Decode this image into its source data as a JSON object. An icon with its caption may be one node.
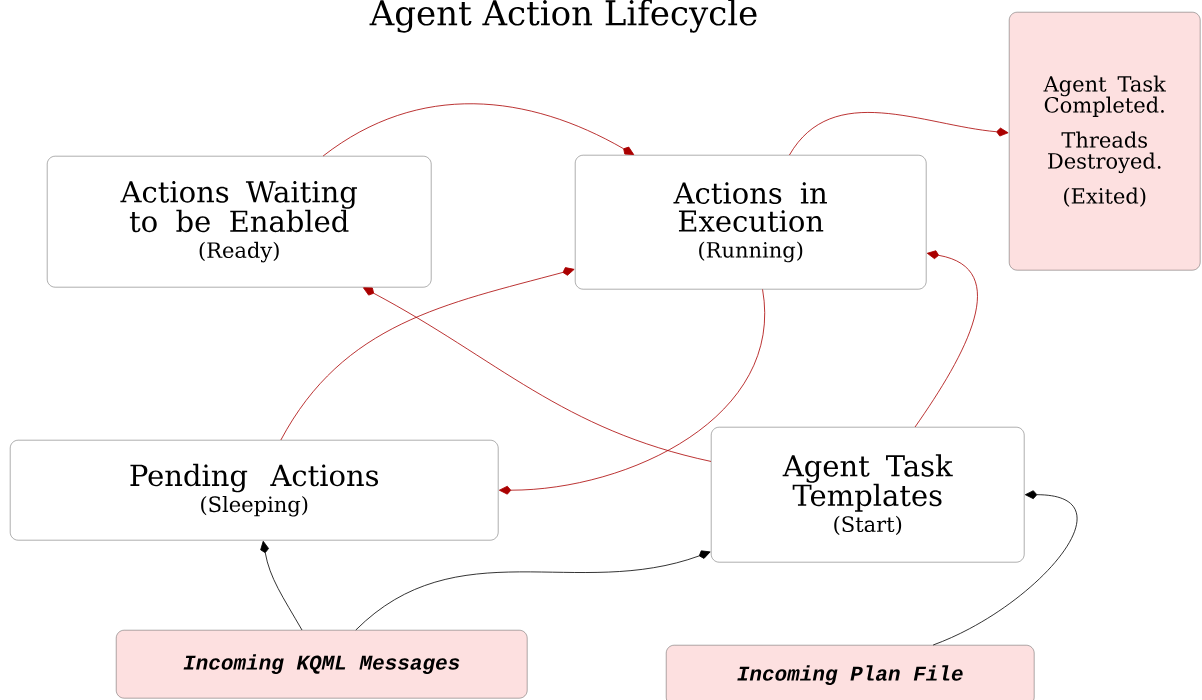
{
  "diagram": {
    "title": "Agent Action Lifecycle",
    "nodes": [
      {
        "text": [
          "Actions Waiting to be Enabled",
          "(Ready)"
        ]
      },
      {
        "text": [
          "Actions in Execution",
          "(Running)"
        ]
      },
      {
        "text": [
          "Agent Task Completed.",
          "Threads Destroyed.",
          "(Exited)"
        ]
      },
      {
        "text": [
          "Pending Actions",
          "(Sleeping)"
        ]
      },
      {
        "text": [
          "Agent Task Templates",
          "(Start)"
        ]
      },
      {
        "text": [
          "Incoming KQML Messages"
        ]
      },
      {
        "text": [
          "Incoming Plan File"
        ]
      }
    ],
    "edges": [
      {
        "from": 0,
        "to": 1,
        "arrow": "to"
      },
      {
        "from": 1,
        "to": 2,
        "arrow": "to"
      },
      {
        "from": 3,
        "to": 1,
        "arrow": "to"
      },
      {
        "from": 4,
        "to": 0,
        "arrow": "to"
      },
      {
        "from": 1,
        "to": 3,
        "arrow": "to"
      },
      {
        "from": 4,
        "to": 1,
        "arrow": "to"
      },
      {
        "from": 5,
        "to": 3,
        "arrow": "to",
        "color": "#000000"
      },
      {
        "from": 5,
        "to": 4,
        "arrow": "to",
        "color": "#000000"
      },
      {
        "from": 6,
        "to": 4,
        "arrow": "to",
        "color": "#000000"
      }
    ]
  }
}
